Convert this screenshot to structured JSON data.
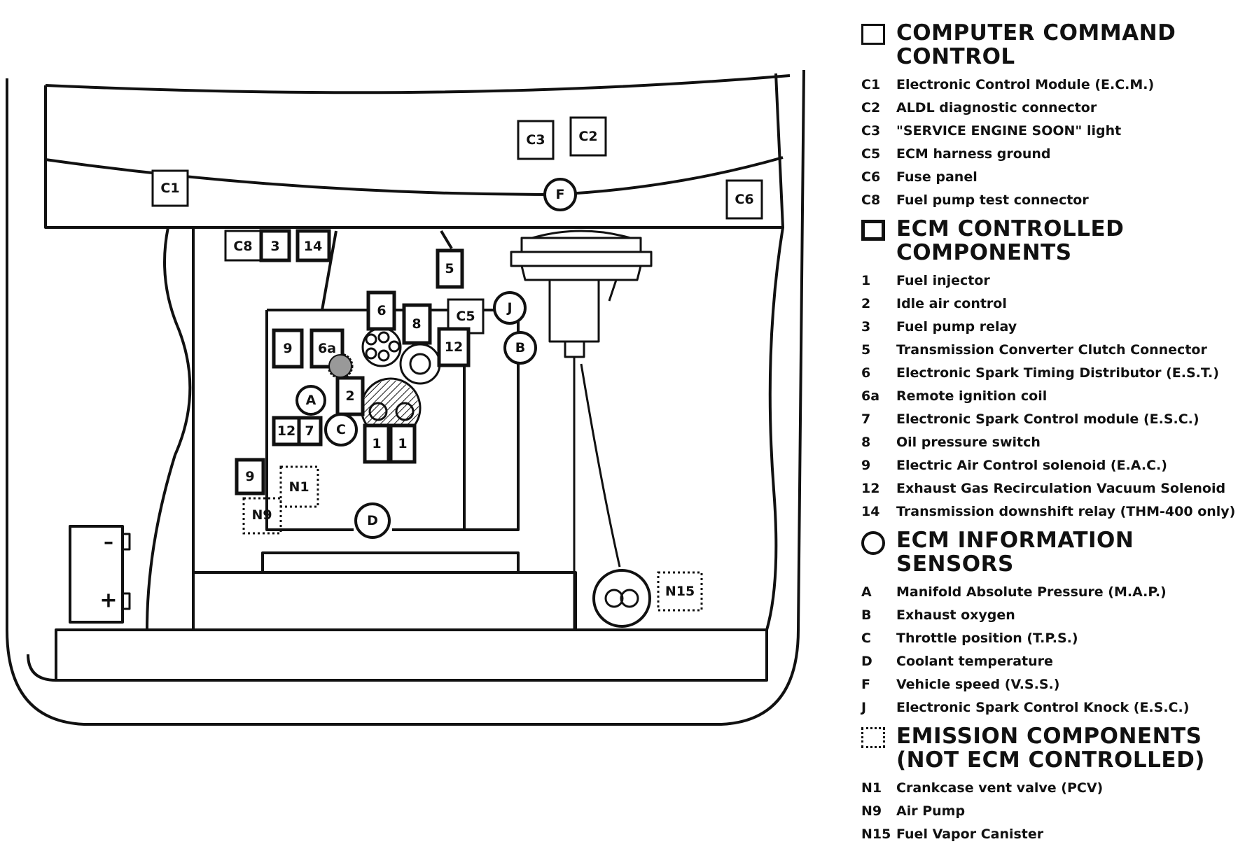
{
  "diagram": {
    "connectors": [
      "C1",
      "C2",
      "C3",
      "C6",
      "C8",
      "C5"
    ],
    "components": [
      "3",
      "14",
      "5",
      "6",
      "8",
      "12",
      "9",
      "6a",
      "2",
      "12",
      "7",
      "9",
      "1",
      "1"
    ],
    "sensors": [
      "F",
      "J",
      "B",
      "A",
      "C",
      "D"
    ],
    "emission": [
      "N1",
      "N9",
      "N15"
    ],
    "battery": {
      "minus": "–",
      "plus": "+"
    }
  },
  "legend": {
    "sections": [
      {
        "symbol": "square-thin",
        "title_lines": [
          "COMPUTER COMMAND",
          "CONTROL"
        ],
        "items": [
          {
            "code": "C1",
            "desc": "Electronic Control Module (E.C.M.)"
          },
          {
            "code": "C2",
            "desc": "ALDL diagnostic connector"
          },
          {
            "code": "C3",
            "desc": "\"SERVICE ENGINE SOON\" light"
          },
          {
            "code": "C5",
            "desc": "ECM harness ground"
          },
          {
            "code": "C6",
            "desc": "Fuse panel"
          },
          {
            "code": "C8",
            "desc": "Fuel pump test connector"
          }
        ]
      },
      {
        "symbol": "square-thick",
        "title_lines": [
          "ECM CONTROLLED",
          "COMPONENTS"
        ],
        "items": [
          {
            "code": "1",
            "desc": "Fuel injector"
          },
          {
            "code": "2",
            "desc": "Idle air control"
          },
          {
            "code": "3",
            "desc": "Fuel pump relay"
          },
          {
            "code": "5",
            "desc": "Transmission Converter Clutch Connector"
          },
          {
            "code": "6",
            "desc": "Electronic Spark Timing Distributor (E.S.T.)"
          },
          {
            "code": "6a",
            "desc": "Remote ignition coil"
          },
          {
            "code": "7",
            "desc": "Electronic Spark Control module (E.S.C.)"
          },
          {
            "code": "8",
            "desc": "Oil pressure switch"
          },
          {
            "code": "9",
            "desc": "Electric Air Control solenoid (E.A.C.)"
          },
          {
            "code": "12",
            "desc": "Exhaust Gas Recirculation Vacuum Solenoid"
          },
          {
            "code": "14",
            "desc": "Transmission downshift relay (THM-400 only)"
          }
        ]
      },
      {
        "symbol": "circle",
        "title_lines": [
          "ECM INFORMATION",
          "SENSORS"
        ],
        "items": [
          {
            "code": "A",
            "desc": "Manifold Absolute Pressure (M.A.P.)"
          },
          {
            "code": "B",
            "desc": "Exhaust oxygen"
          },
          {
            "code": "C",
            "desc": "Throttle position (T.P.S.)"
          },
          {
            "code": "D",
            "desc": "Coolant temperature"
          },
          {
            "code": "F",
            "desc": "Vehicle speed (V.S.S.)"
          },
          {
            "code": "J",
            "desc": "Electronic Spark Control Knock (E.S.C.)"
          }
        ]
      },
      {
        "symbol": "dotted-square",
        "title_lines": [
          "EMISSION COMPONENTS",
          "(NOT ECM CONTROLLED)"
        ],
        "items": [
          {
            "code": "N1",
            "desc": "Crankcase vent valve (PCV)"
          },
          {
            "code": "N9",
            "desc": "Air Pump"
          },
          {
            "code": "N15",
            "desc": "Fuel Vapor Canister"
          }
        ]
      }
    ]
  }
}
